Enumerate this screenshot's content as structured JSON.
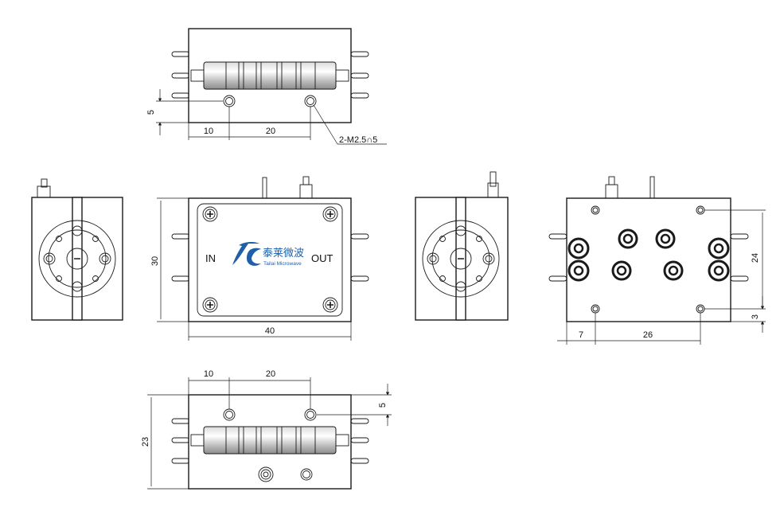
{
  "front_view": {
    "in_label": "IN",
    "out_label": "OUT",
    "logo_cn": "泰莱微波",
    "logo_en": "Tailai Microwave",
    "dims": {
      "height": "30",
      "width": "40"
    }
  },
  "top_view": {
    "dims": {
      "edge_offset": "5",
      "hole_1": "10",
      "hole_spacing": "20"
    },
    "hole_callout": "2-M2.5∩5"
  },
  "bottom_view": {
    "dims": {
      "hole_1": "10",
      "hole_spacing": "20",
      "edge_offset": "5",
      "height": "23"
    }
  },
  "back_view": {
    "dims": {
      "left": "7",
      "spacing": "26",
      "height": "24",
      "bottom": "3"
    }
  },
  "colors": {
    "line": "#1a1a1a",
    "logo": "#1f5fa8"
  }
}
